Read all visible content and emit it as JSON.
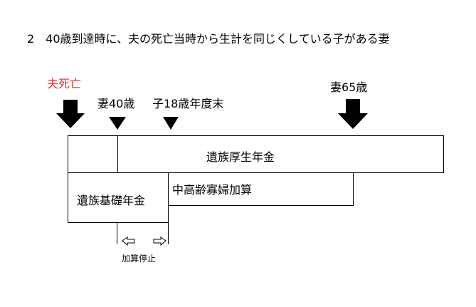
{
  "heading": "2　40歳到達時に、夫の死亡当時から生計を同じくしている子がある妻",
  "timeline": {
    "husband_death": {
      "label": "夫死亡",
      "color": "#e3342f"
    },
    "wife_40": {
      "label": "妻40歳"
    },
    "child_18": {
      "label": "子18歳年度末"
    },
    "wife_65": {
      "label": "妻65歳"
    }
  },
  "benefits": {
    "survivors_employees_pension": "遺族厚生年金",
    "survivors_basic_pension": "遺族基礎年金",
    "middle_aged_widow_supplement": "中高齢寡婦加算"
  },
  "note": {
    "label": "加算停止",
    "left_arrow_icon": "hollow-left-arrow-icon",
    "right_arrow_icon": "hollow-right-arrow-icon"
  }
}
